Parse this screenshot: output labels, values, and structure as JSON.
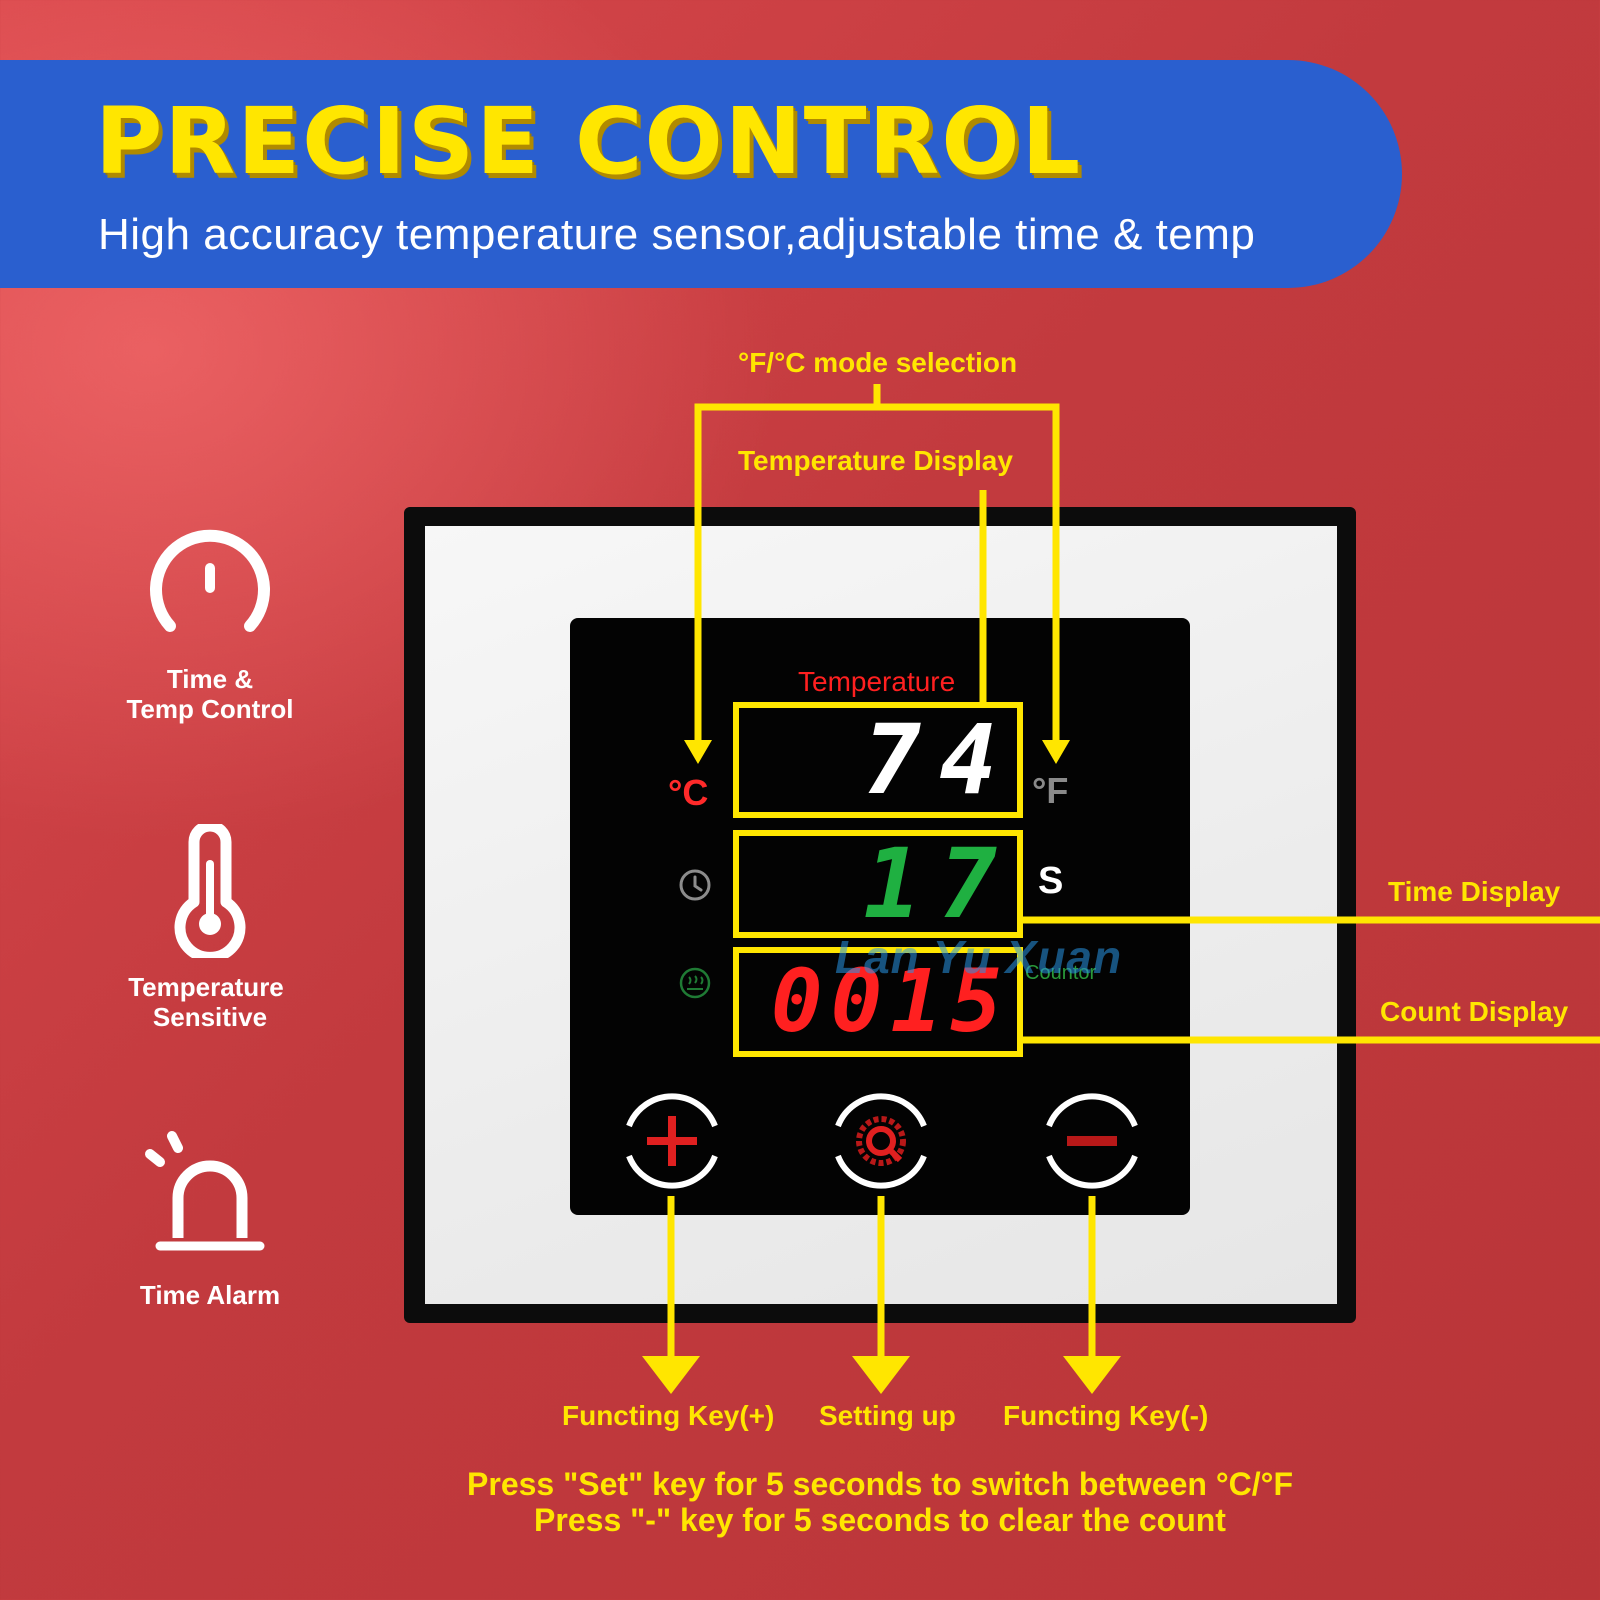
{
  "banner": {
    "title": "PRECISE CONTROL",
    "subtitle": "High accuracy temperature sensor,adjustable time & temp"
  },
  "features": [
    {
      "icon": "gauge-icon",
      "label_line1": "Time &",
      "label_line2": "Temp Control"
    },
    {
      "icon": "thermometer-icon",
      "label_line1": "Temperature",
      "label_line2": "Sensitive"
    },
    {
      "icon": "alarm-icon",
      "label_line1": "Time Alarm",
      "label_line2": ""
    }
  ],
  "device": {
    "temperature_label": "Temperature",
    "celsius_label": "°C",
    "fahrenheit_label": "°F",
    "temperature_value": "74",
    "time_value": "17",
    "time_unit": "S",
    "count_value": "0015",
    "counter_label": "Countor",
    "watermark": "Lan Yu Xuan",
    "buttons": [
      {
        "icon": "plus-icon"
      },
      {
        "icon": "gear-icon"
      },
      {
        "icon": "minus-icon"
      }
    ]
  },
  "callouts": {
    "mode_selection": "°F/°C mode selection",
    "temperature_display": "Temperature Display",
    "time_display": "Time Display",
    "count_display": "Count Display",
    "key_plus": "Functing Key(+)",
    "setting_up": "Setting up",
    "key_minus": "Functing Key(-)"
  },
  "notes": {
    "line1": "Press \"Set\" key for 5 seconds to switch between °C/°F",
    "line2": "Press \"-\" key for 5 seconds to clear the count"
  },
  "colors": {
    "background": "#c83c40",
    "banner": "#2a5fcf",
    "accent_yellow": "#ffe600",
    "display_red": "#ff2020",
    "display_green": "#1fb041"
  }
}
